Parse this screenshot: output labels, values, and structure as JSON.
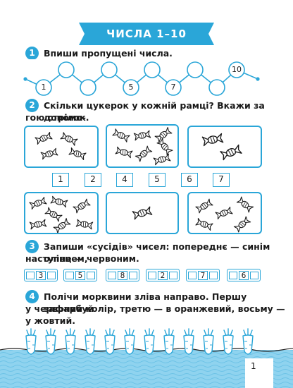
{
  "title": "ЧИСЛА 1–10",
  "colors": {
    "accent": "#2aa6d8",
    "water": "#8fd3ef",
    "paper": "#ffffff"
  },
  "task1": {
    "number": "1",
    "text": "Впиши пропущені числа.",
    "circles": [
      "1",
      "",
      "",
      "",
      "5",
      "",
      "7",
      "",
      "",
      "10"
    ]
  },
  "task2": {
    "number": "2",
    "line1": "Скільки цукерок у кожній рамці? Вкажи за допомо-",
    "line2": "гою стрілок.",
    "candy_icon": "wrapped-candy-icon",
    "top_frames": [
      {
        "count": 4
      },
      {
        "count": 7
      },
      {
        "count": 2
      }
    ],
    "bottom_frames": [
      {
        "count": 7
      },
      {
        "count": 1
      },
      {
        "count": 5
      }
    ],
    "numbers": [
      "1",
      "2",
      "4",
      "5",
      "6",
      "7"
    ]
  },
  "task3": {
    "number": "3",
    "line1": "Запиши «сусідів» чисел: попереднє — синім олівцем,",
    "line2": "наступне — червоним.",
    "numbers": [
      "3",
      "5",
      "8",
      "2",
      "7",
      "6"
    ]
  },
  "task4": {
    "number": "4",
    "line1": "Полічи морквини зліва направо. Першу зафарбуй",
    "line2": "у червоний колір, третю — в оранжевий, восьму —",
    "line3": "у жовтий.",
    "carrot_icon": "carrot-icon",
    "carrot_count": 12
  },
  "page_number": "1"
}
